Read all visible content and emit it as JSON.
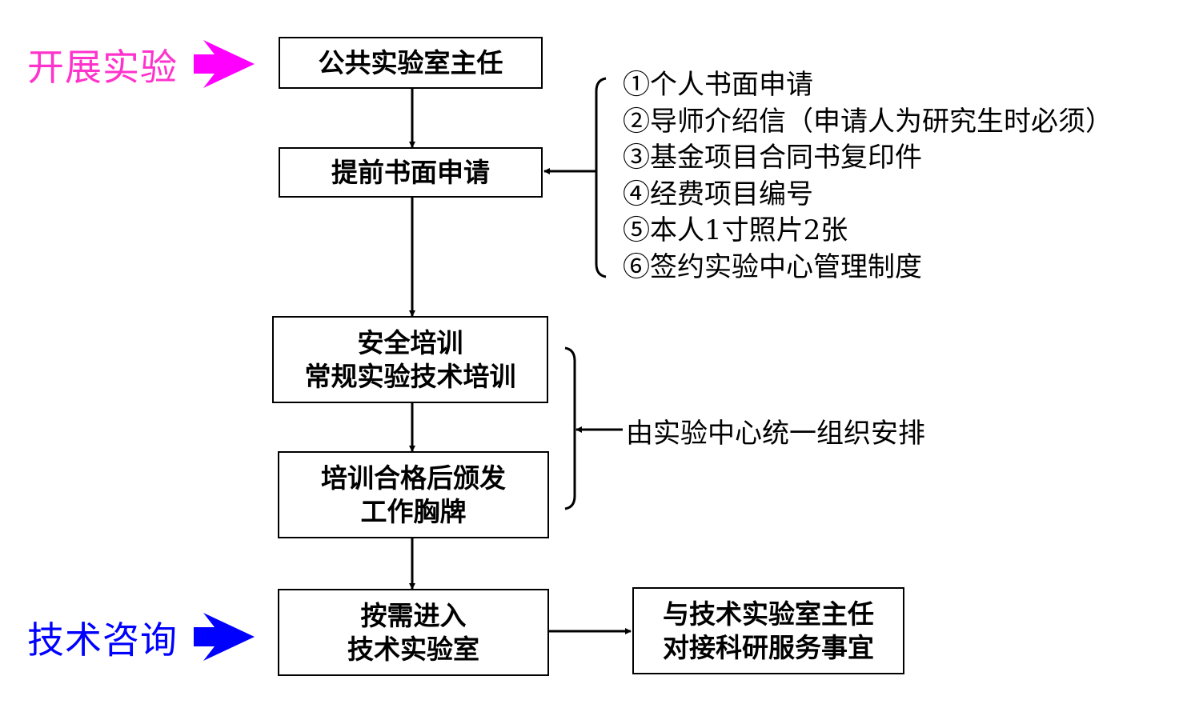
{
  "labels": {
    "start_experiment": "开展实验",
    "tech_consult": "技术咨询"
  },
  "colors": {
    "start_experiment": "#ff33cc",
    "start_arrow": "#ff00ff",
    "tech_consult": "#0000ff",
    "tech_arrow": "#0000ff",
    "line": "#000000"
  },
  "boxes": {
    "director": {
      "lines": [
        "公共实验室主任"
      ]
    },
    "application": {
      "lines": [
        "提前书面申请"
      ]
    },
    "training": {
      "lines": [
        "安全培训",
        "常规实验技术培训"
      ]
    },
    "badge": {
      "lines": [
        "培训合格后颁发",
        "工作胸牌"
      ]
    },
    "enter_lab": {
      "lines": [
        "按需进入",
        "技术实验室"
      ]
    },
    "contact": {
      "lines": [
        "与技术实验室主任",
        "对接科研服务事宜"
      ]
    }
  },
  "requirements": [
    "①个人书面申请",
    "②导师介绍信（申请人为研究生时必须）",
    "③基金项目合同书复印件",
    "④经费项目编号",
    "⑤本人1寸照片2张",
    "⑥签约实验中心管理制度"
  ],
  "organized_note": "由实验中心统一组织安排"
}
